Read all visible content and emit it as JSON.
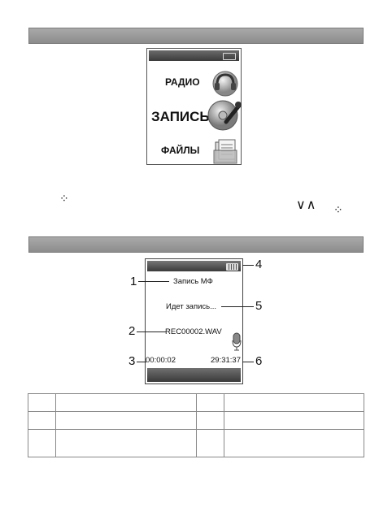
{
  "menu_screen": {
    "items": [
      {
        "label": "РАДИО",
        "icon": "radio-headphones-icon"
      },
      {
        "label": "ЗАПИСЬ",
        "icon": "recording-reel-microphone-icon"
      },
      {
        "label": "ФАЙЛЫ",
        "icon": "files-folder-icon"
      }
    ]
  },
  "navigation_symbols": {
    "left": "⁘",
    "up_down": "∨∧",
    "right": "⁘"
  },
  "recording_screen": {
    "title": "Запись МФ",
    "status": "Идет запись...",
    "file_name": "REC00002.WAV",
    "elapsed_time": "00:00:02",
    "remaining_time": "29:31:37"
  },
  "callouts": [
    "1",
    "2",
    "3",
    "4",
    "5",
    "6"
  ],
  "legend_table": {
    "rows": [
      [
        "",
        "",
        "",
        ""
      ],
      [
        "",
        "",
        "",
        ""
      ],
      [
        "",
        "",
        "",
        ""
      ]
    ]
  }
}
